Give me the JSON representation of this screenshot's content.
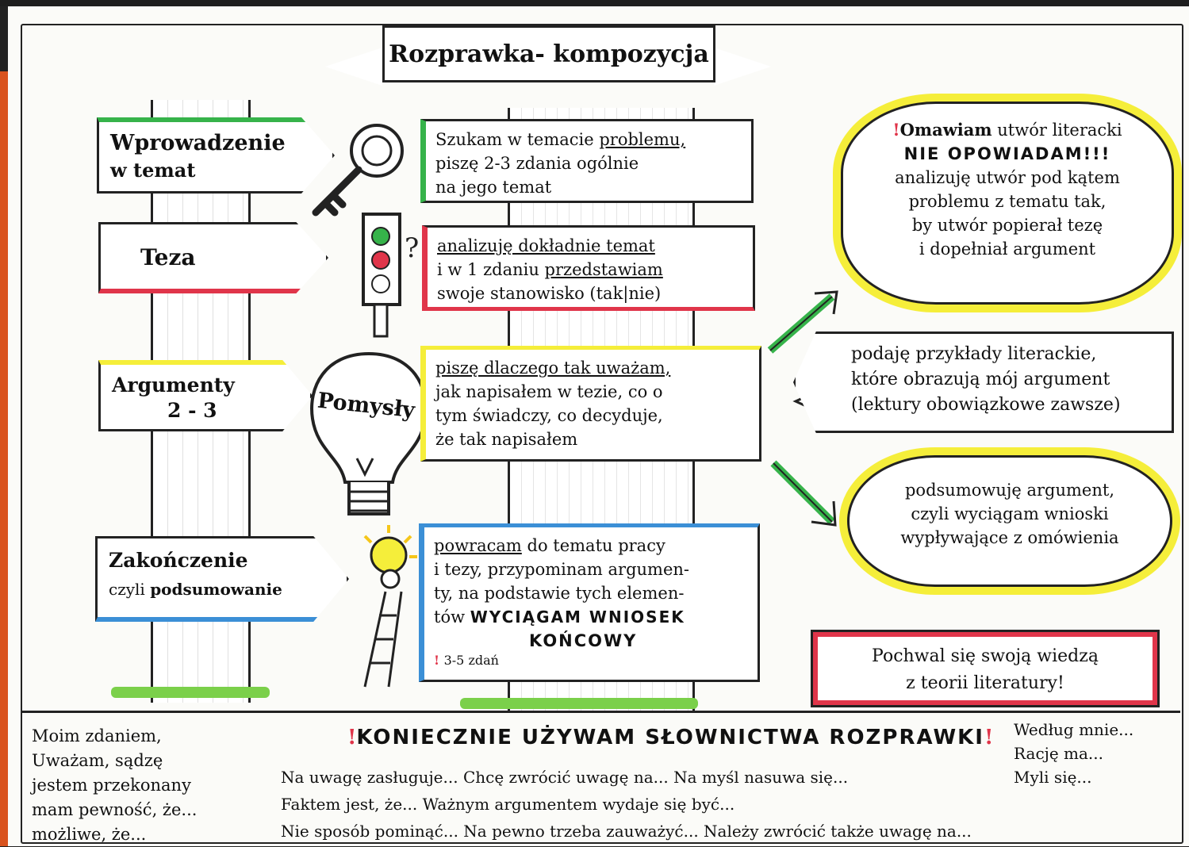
{
  "title": "Rozprawka- kompozycja",
  "colors": {
    "green": "#36b34a",
    "red": "#e0354a",
    "yellow": "#f5ee3a",
    "blue": "#3b8fd6",
    "ink": "#222222"
  },
  "signs": [
    {
      "line1": "Wprowadzenie",
      "line2": "w temat",
      "color": "green"
    },
    {
      "line1": "Teza",
      "line2": "",
      "color": "red"
    },
    {
      "line1": "Argumenty",
      "line2": "2 - 3",
      "color": "yellow"
    },
    {
      "line1": "Zakończenie",
      "line2_a": "czyli ",
      "line2_b": "podsumowanie",
      "color": "blue"
    }
  ],
  "boards": [
    {
      "l1a": "Szukam w temacie ",
      "l1b": "problemu,",
      "l2": "piszę 2-3 zdania ogólnie",
      "l3": "na jego temat"
    },
    {
      "l1": "analizuję dokładnie temat",
      "l2a": "i w 1 zdaniu ",
      "l2b": "przedstawiam",
      "l3": "swoje stanowisko (tak|nie)"
    },
    {
      "l1": "piszę dlaczego tak uważam,",
      "l2": "jak napisałem w tezie, co o",
      "l3": "tym świadczy, co decyduje,",
      "l4": "że tak napisałem"
    },
    {
      "l1a": "powracam",
      "l1b": " do tematu pracy",
      "l2": "i tezy, przypominam argumen-",
      "l3": "ty, na podstawie tych elemen-",
      "l4a": "tów ",
      "l4b": "WYCIĄGAM WNIOSEK",
      "l5": "KOŃCOWY",
      "note": "3-5 zdań"
    }
  ],
  "bulb_label": "Pomysły",
  "clouds": [
    {
      "l1a": "Omawiam",
      "l1b": " utwór literacki",
      "l2": "NIE OPOWIADAM!!!",
      "l3a": "analizuję",
      "l3b": " utwór pod kątem",
      "l4": "problemu z tematu tak,",
      "l5": "by utwór popierał tezę",
      "l6": "i dopełniał argument"
    },
    {
      "l1a": "podsumowuję",
      "l1b": " argument,",
      "l2": "czyli wyciągam wnioski",
      "l3": "wypływające z omówienia"
    }
  ],
  "example_arrow": {
    "l1a": "podaję",
    "l1b": " przykłady literackie,",
    "l2": "które obrazują mój argument",
    "l3a": "(lektury obowiązkowe ",
    "l3b": "zawsze",
    "l3c": ")"
  },
  "praise_note": {
    "l1": "Pochwal się swoją wiedzą",
    "l2": "z teorii literatury!"
  },
  "bottom": {
    "heading": "KONIECZNIE UŻYWAM SŁOWNICTWA ROZPRAWKI",
    "left_phrases": [
      "Moim zdaniem,",
      "Uważam, sądzę",
      "jestem przekonany",
      "mam pewność, że...",
      "możliwe, że..."
    ],
    "right_phrases": [
      "Według mnie...",
      "Rację ma...",
      "Myli się..."
    ],
    "lines": [
      "Na uwagę zasługuje...   Chcę zwrócić uwagę na...   Na myśl nasuwa się...",
      "Faktem jest, że...   Ważnym argumentem wydaje się być...",
      "Nie sposób pominąć...   Na pewno trzeba zauważyć...   Należy zwrócić także uwagę na..."
    ]
  }
}
